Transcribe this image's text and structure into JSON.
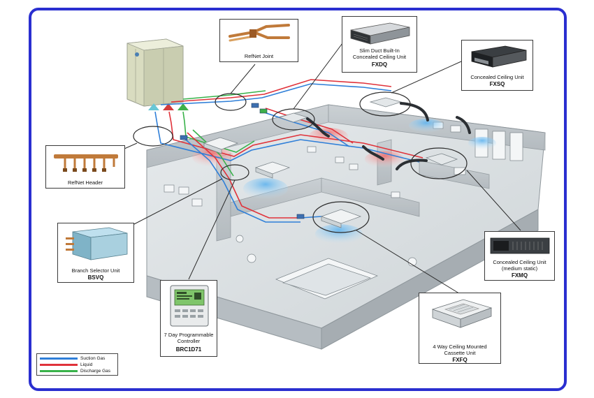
{
  "callouts": {
    "refnet_joint": {
      "caption": "RefNet Joint"
    },
    "fxdq": {
      "caption": "Slim Duct Built-In\nConcealed Ceiling Unit",
      "model": "FXDQ"
    },
    "fxsq": {
      "caption": "Concealed Ceiling Unit",
      "model": "FXSQ"
    },
    "refnet_header": {
      "caption": "RefNet Header"
    },
    "bsvq": {
      "caption": "Branch Selector Unit",
      "model": "BSVQ"
    },
    "fxmq": {
      "caption": "Concealed Ceiling Unit\n(medium static)",
      "model": "FXMQ"
    },
    "brc": {
      "caption": "7 Day Programmable\nController",
      "model": "BRC1D71"
    },
    "fxfq": {
      "caption": "4 Way Ceiling Mounted\nCassette Unit",
      "model": "FXFQ"
    }
  },
  "legend": {
    "items": [
      {
        "label": "Suction Gas",
        "color": "#2f7fd8"
      },
      {
        "label": "Liquid",
        "color": "#e0323a"
      },
      {
        "label": "Discharge Gas",
        "color": "#39b24a"
      }
    ]
  },
  "colors": {
    "frame": "#2a2fd0",
    "suction": "#2f7fd8",
    "liquid": "#e0323a",
    "discharge": "#39b24a",
    "cool_air": "#7fc4f0",
    "warm_air": "#f08a8a"
  }
}
